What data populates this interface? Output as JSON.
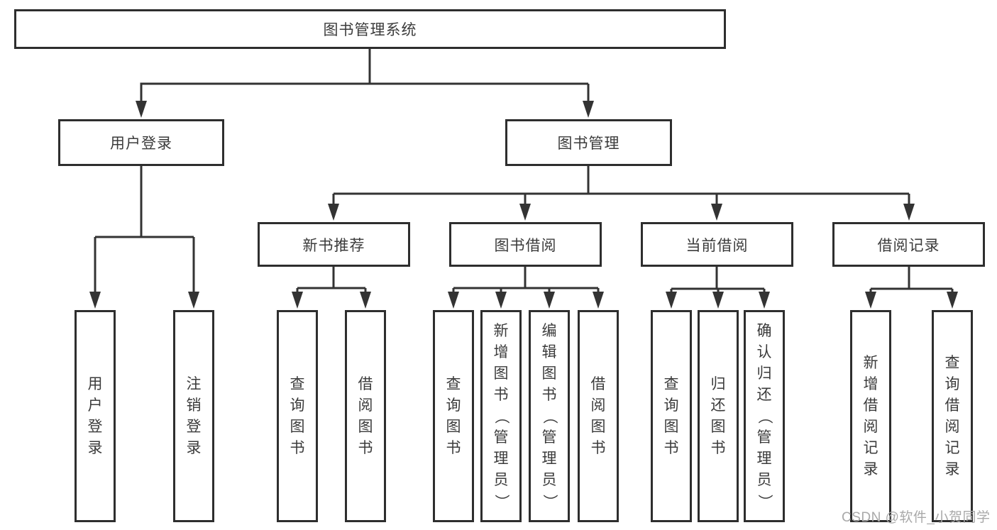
{
  "diagram": {
    "root": {
      "label": "图书管理系统"
    },
    "branches": [
      {
        "label": "用户登录",
        "children": [
          {
            "label": "用户登录"
          },
          {
            "label": "注销登录"
          }
        ]
      },
      {
        "label": "图书管理",
        "children": [
          {
            "label": "新书推荐",
            "children": [
              {
                "label": "查询图书"
              },
              {
                "label": "借阅图书"
              }
            ]
          },
          {
            "label": "图书借阅",
            "children": [
              {
                "label": "查询图书"
              },
              {
                "label": "新增图书（管理员）"
              },
              {
                "label": "编辑图书（管理员）"
              },
              {
                "label": "借阅图书"
              }
            ]
          },
          {
            "label": "当前借阅",
            "children": [
              {
                "label": "查询图书"
              },
              {
                "label": "归还图书"
              },
              {
                "label": "确认归还（管理员）"
              }
            ]
          },
          {
            "label": "借阅记录",
            "children": [
              {
                "label": "新增借阅记录"
              },
              {
                "label": "查询借阅记录"
              }
            ]
          }
        ]
      }
    ]
  },
  "watermark": "CSDN @软件_小贺同学",
  "colors": {
    "line": "#333333",
    "box_border": "#2e2e2e",
    "text": "#3b3b3b",
    "watermark": "#a9a9a9",
    "background": "#ffffff"
  }
}
